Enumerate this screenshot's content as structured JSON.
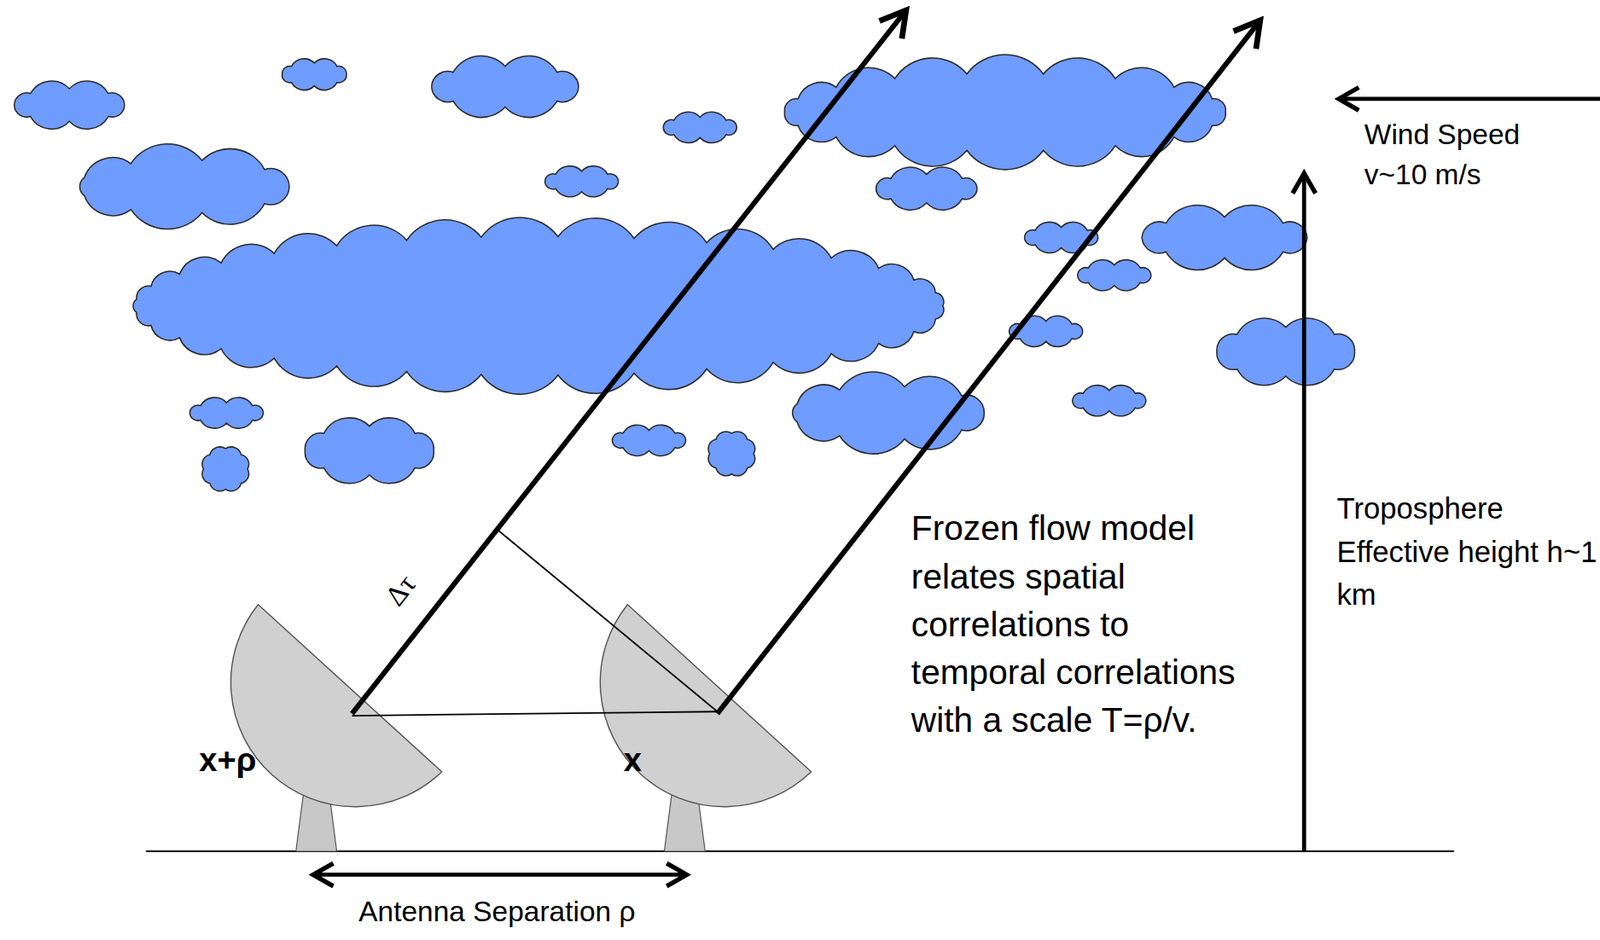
{
  "diagram": {
    "labels": [
      "Wind Speed v~10 m/s",
      "Troposphere Effective height h~1 km",
      "Frozen flow model relates spatial correlations to temporal correlations with a scale T=ρ/v.",
      "Δτ",
      "x+ρ",
      "x",
      "Antenna Separation ρ"
    ]
  }
}
